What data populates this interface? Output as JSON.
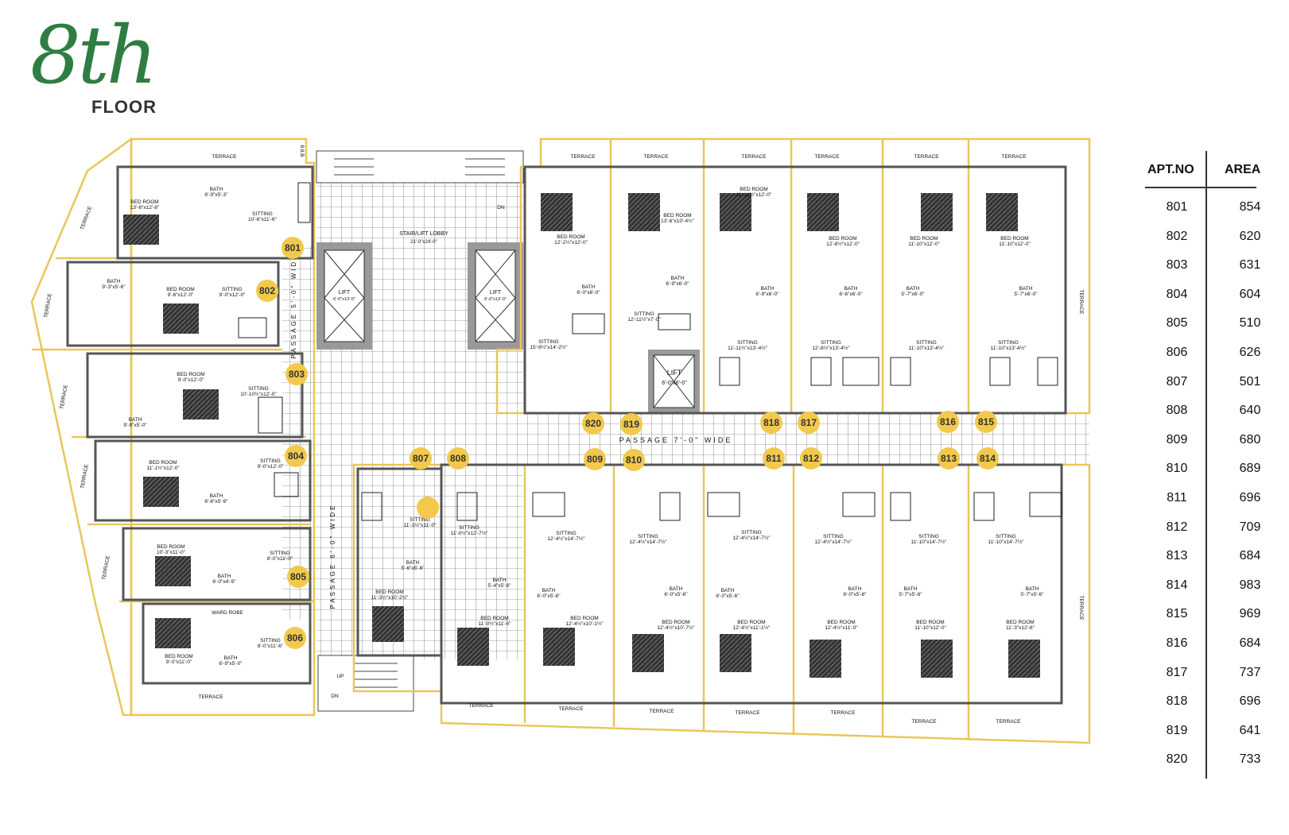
{
  "title": {
    "number": "8th",
    "floor": "FLOOR"
  },
  "table": {
    "header_apt": "APT.NO",
    "header_area": "AREA",
    "rows": [
      {
        "apt": "801",
        "area": "854"
      },
      {
        "apt": "802",
        "area": "620"
      },
      {
        "apt": "803",
        "area": "631"
      },
      {
        "apt": "804",
        "area": "604"
      },
      {
        "apt": "805",
        "area": "510"
      },
      {
        "apt": "806",
        "area": "626"
      },
      {
        "apt": "807",
        "area": "501"
      },
      {
        "apt": "808",
        "area": "640"
      },
      {
        "apt": "809",
        "area": "680"
      },
      {
        "apt": "810",
        "area": "689"
      },
      {
        "apt": "811",
        "area": "696"
      },
      {
        "apt": "812",
        "area": "709"
      },
      {
        "apt": "813",
        "area": "684"
      },
      {
        "apt": "814",
        "area": "983"
      },
      {
        "apt": "815",
        "area": "969"
      },
      {
        "apt": "816",
        "area": "684"
      },
      {
        "apt": "817",
        "area": "737"
      },
      {
        "apt": "818",
        "area": "696"
      },
      {
        "apt": "819",
        "area": "641"
      },
      {
        "apt": "820",
        "area": "733"
      }
    ]
  },
  "colors": {
    "accent_green": "#2f7d43",
    "marker_yellow": "#f2c94c",
    "outline_gold": "#e8c75a",
    "wall": "#555555",
    "furniture": "#222222"
  },
  "labels": {
    "terrace": "TERRACE",
    "bed_room": "BED ROOM",
    "bath": "BATH",
    "sitting": "SITTING",
    "ward_robe": "WARD ROBE",
    "lift": "LIFT",
    "lift_dim": "6'-0\"x13'-0\"",
    "lift_small_dim": "6'-0\"x6'-0\"",
    "lobby": "STAIR/LIFT LOBBY",
    "lobby_dim": "21'-0\"x24'-0\"",
    "passage_top": "PASSAGE  7'-0\"  WIDE",
    "passage_v1": "PASSAGE 5'-0\" WIDE",
    "passage_v2": "PASSAGE 6'-0\" WIDE",
    "dn": "DN",
    "up": "UP",
    "bb": "8.8.B",
    "r801_bed": "13'-6\"x12'-8\"",
    "r801_bath": "8'-9\"x5'-3\"",
    "r801_sit": "10'-6\"x11'-6\"",
    "r802_bath": "9'-3\"x5'-6\"",
    "r802_bed": "9'-6\"x12'-0\"",
    "r802_sit": "9'-0\"x12'-0\"",
    "r803_bed": "9'-0\"x12'-0\"",
    "r803_sit": "10'-10½\"x12'-0\"",
    "r803_bath": "9'-9\"x5'-0\"",
    "r804_bed": "11'-1½\"x12'-0\"",
    "r804_sit": "9'-0\"x12'-0\"",
    "r804_bath": "6'-6\"x5'-9\"",
    "r805_bed": "10'-3\"x11'-0\"",
    "r805_sit": "8'-0\"x11'-0\"",
    "r805_bath": "6'-0\"x4'-9\"",
    "r806_bed": "9'-0\"x11'-0\"",
    "r806_sit": "8'-0\"x11'-6\"",
    "r806_bath": "6'-9\"x5'-0\"",
    "r807_sit": "11'-3½\"x11'-0\"",
    "r807_bath": "5'-6\"x5'-6\"",
    "r807_bed": "11'-3½\"x10'-2½\"",
    "r808_sit": "11'-0½\"x12'-7½\"",
    "r808_bath": "5'-4\"x5'-6\"",
    "r808_bed": "11'-0½\"x11'-6\"",
    "r809_sit": "12'-4½\"x14'-7½\"",
    "r809_bath": "6'-0\"x5'-6\"",
    "r809_bed": "12'-4½\"x10'-1½\"",
    "r810_sit": "12'-4½\"x14'-7½\"",
    "r810_bath": "6'-0\"x5'-6\"",
    "r810_bed": "12'-4½\"x10'-7½\"",
    "r811_sit": "12'-4½\"x14'-7½\"",
    "r811_bath": "6'-0\"x5'-6\"",
    "r811_bed": "12'-4½\"x11'-1½\"",
    "r812_sit": "12'-4½\"x14'-7½\"",
    "r812_bath": "6'-0\"x5'-6\"",
    "r812_bed": "12'-4½\"x11'-0\"",
    "r813_sit": "11'-10\"x14'-7½\"",
    "r813_bath": "5'-7\"x5'-6\"",
    "r813_bed": "11'-10\"x12'-0\"",
    "r814_sit": "11'-10\"x14'-7½\"",
    "r814_bath": "5'-7\"x5'-6\"",
    "r814_bed": "11'-3\"x12'-6\"",
    "r815_bed": "11'-10\"x12'-0\"",
    "r815_bath": "5'-7\"x6'-0\"",
    "r815_sit": "11'-10\"x13'-4½\"",
    "r816_bed": "11'-10\"x12'-0\"",
    "r816_bath": "5'-7\"x6'-0\"",
    "r816_sit": "11'-10\"x13'-4½\"",
    "r817_bed": "12'-8½\"x12'-0\"",
    "r817_bath": "6'-6\"x6'-0\"",
    "r817_sit": "12'-8½\"x13'-4½\"",
    "r818_bed": "11'-11½\"x12'-0\"",
    "r818_bath": "6'-9\"x6'-0\"",
    "r818_sit": "11'-11½\"x13'-4½\"",
    "r819_bed": "13'-6\"x10'-4½\"",
    "r819_bath": "6'-9\"x6'-0\"",
    "r819_sit": "12'-11½\"x7'-0\"",
    "r820_bed": "12'-2½\"x12'-0\"",
    "r820_bath": "6'-0\"x6'-0\"",
    "r820_sit": "15'-9½\"x14'-2½\""
  },
  "markers": [
    "801",
    "802",
    "803",
    "804",
    "805",
    "806",
    "807",
    "808",
    "809",
    "810",
    "811",
    "812",
    "813",
    "814",
    "815",
    "816",
    "817",
    "818",
    "819",
    "820"
  ]
}
